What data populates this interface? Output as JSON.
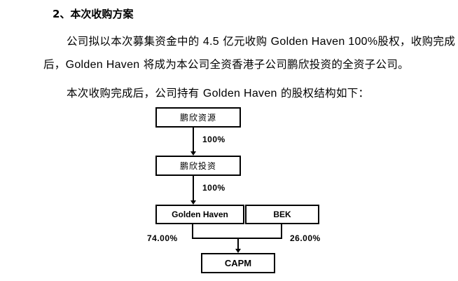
{
  "document": {
    "heading": "2、本次收购方案",
    "paragraphs": [
      {
        "lines": [
          [
            "公司拟以本次募集资金中的 ",
            "4.5",
            " 亿元收购 ",
            "Golden Haven 100%",
            "股权，收购完成"
          ],
          [
            "后，",
            "Golden Haven",
            " 将成为本公司全资香港子公司鹏欣投资的全资子公司。"
          ]
        ]
      },
      {
        "lines": [
          [
            "本次收购完成后，公司持有 ",
            "Golden Haven",
            " 的股权结构如下："
          ]
        ]
      }
    ]
  },
  "diagram": {
    "type": "ownership-structure",
    "nodes": {
      "pengxin_resources": "鹏欣资源",
      "pengxin_investment": "鹏欣投资",
      "golden_haven": "Golden Haven",
      "bek": "BEK",
      "capm": "CAPM"
    },
    "edges": {
      "resources_to_investment": "100%",
      "investment_to_golden_haven": "100%",
      "golden_haven_to_capm": "74.00%",
      "bek_to_capm": "26.00%"
    }
  }
}
